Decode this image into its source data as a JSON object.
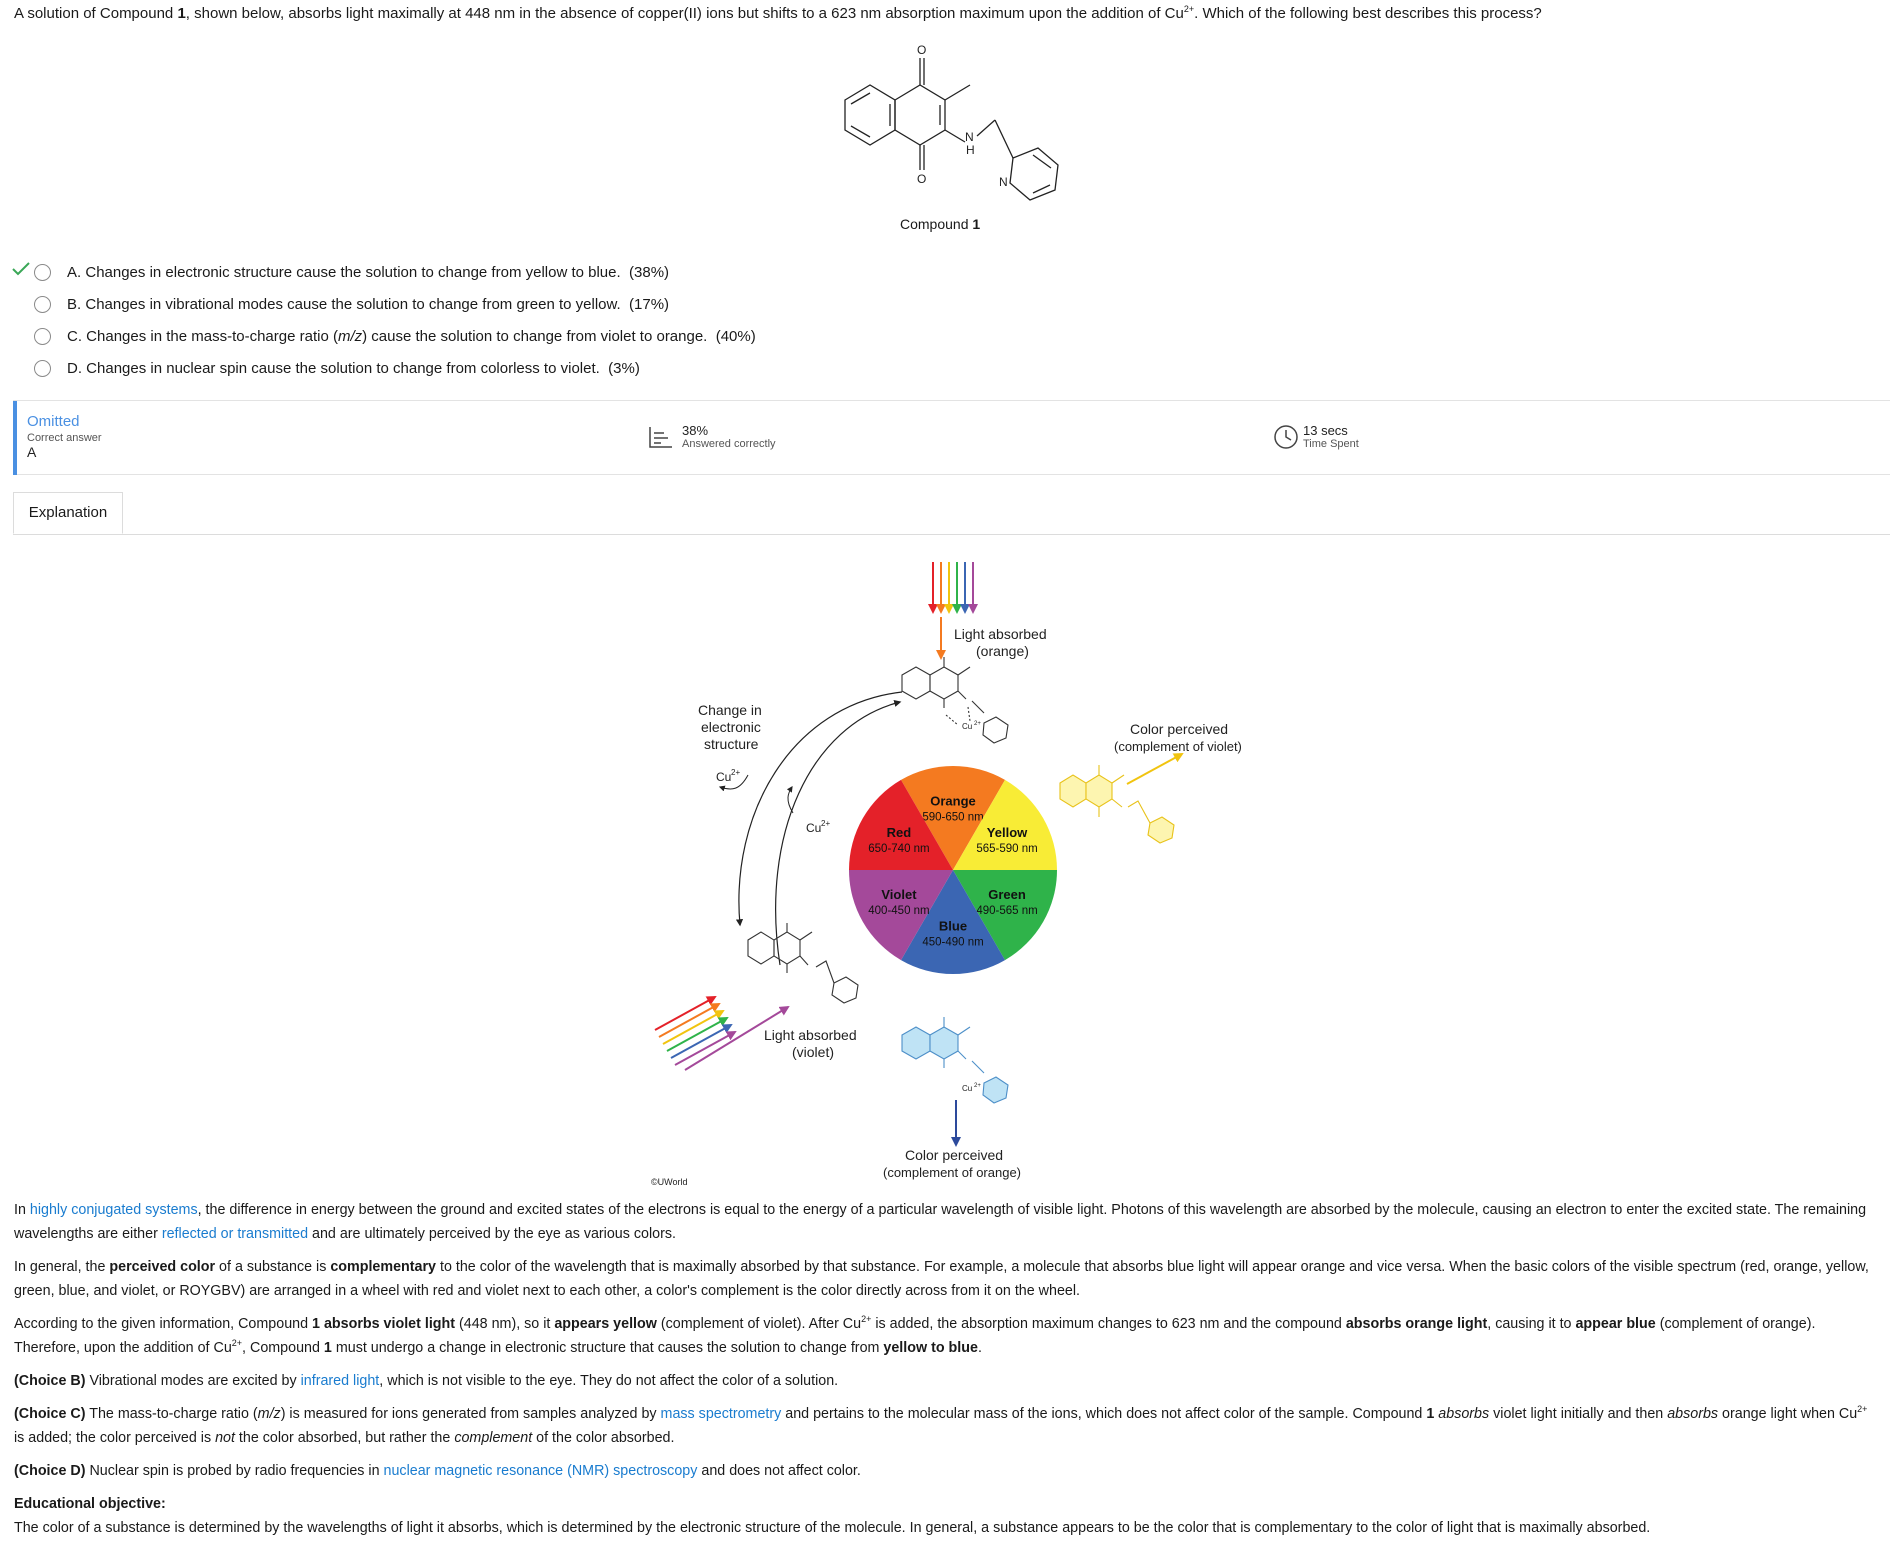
{
  "question": {
    "s1": "A solution of Compound ",
    "num": "1",
    "s2": ", shown below, absorbs light maximally at 448 nm in the absence of copper(II) ions but shifts to a 623 nm absorption maximum upon the addition of Cu",
    "sup": "2+",
    "s3": ".  Which of the following best describes this process?"
  },
  "compound": {
    "caption_prefix": "Compound ",
    "caption_num": "1",
    "atom_o": "O",
    "atom_n": "N",
    "atom_h": "H"
  },
  "choices": [
    {
      "letter": "A.",
      "text_a": "Changes in electronic structure cause the solution to change from yellow to blue.",
      "text_i": "",
      "text_b": "",
      "pct": "(38%)",
      "correct": true
    },
    {
      "letter": "B.",
      "text_a": "Changes in vibrational modes cause the solution to change from green to yellow.",
      "text_i": "",
      "text_b": "",
      "pct": "(17%)",
      "correct": false
    },
    {
      "letter": "C.",
      "text_a": "Changes in the mass-to-charge ratio (",
      "text_i": "m/z",
      "text_b": ") cause the solution to change from violet to orange.",
      "pct": "(40%)",
      "correct": false
    },
    {
      "letter": "D.",
      "text_a": "Changes in nuclear spin cause the solution to change from colorless to violet.",
      "text_i": "",
      "text_b": "",
      "pct": "(3%)",
      "correct": false
    }
  ],
  "stats": {
    "status": "Omitted",
    "correct_label": "Correct answer",
    "correct_value": "A",
    "percent_value": "38%",
    "percent_label": "Answered correctly",
    "time_value": "13 secs",
    "time_label": "Time Spent"
  },
  "tabs": {
    "explanation": "Explanation"
  },
  "diagram": {
    "light_absorbed_orange_1": "Light absorbed",
    "light_absorbed_orange_2": "(orange)",
    "change_1": "Change in",
    "change_2": "electronic",
    "change_3": "structure",
    "cu": "Cu",
    "cu_sup": "2+",
    "color_perceived_violet_1": "Color perceived",
    "color_perceived_violet_2": "(complement of violet)",
    "light_absorbed_violet_1": "Light absorbed",
    "light_absorbed_violet_2": "(violet)",
    "color_perceived_orange_1": "Color perceived",
    "color_perceived_orange_2": "(complement of orange)",
    "copyright": "©UWorld",
    "wheel": [
      {
        "name": "Orange",
        "range": "590-650 nm",
        "color": "#f47a20"
      },
      {
        "name": "Yellow",
        "range": "565-590 nm",
        "color": "#f8ec36"
      },
      {
        "name": "Green",
        "range": "490-565 nm",
        "color": "#2fb34a"
      },
      {
        "name": "Blue",
        "range": "450-490 nm",
        "color": "#3b66b3"
      },
      {
        "name": "Violet",
        "range": "400-450 nm",
        "color": "#a4499a"
      },
      {
        "name": "Red",
        "range": "650-740 nm",
        "color": "#e42129"
      }
    ]
  },
  "explanation": {
    "p1": {
      "a": "In ",
      "link1": "highly conjugated systems",
      "b": ", the difference in energy between the ground and excited states of the electrons is equal to the energy of a particular wavelength of visible light.  Photons of this wavelength are absorbed by the molecule, causing an electron to enter the excited state.  The remaining wavelengths are either ",
      "link2": "reflected or transmitted",
      "c": " and are ultimately perceived by the eye as various colors."
    },
    "p2": {
      "a": "In general, the ",
      "b1": "perceived color",
      "b": " of a substance is ",
      "b2": "complementary",
      "c": " to the color of the wavelength that is maximally absorbed by that substance.  For example, a molecule that absorbs blue light will appear orange and vice versa.  When the basic colors of the visible spectrum (red, orange, yellow, green, blue, and violet, or ROYGBV) are arranged in a wheel with red and violet next to each other, a color's complement is the color directly across from it on the wheel."
    },
    "p3": {
      "a": "According to the given information, Compound ",
      "b1": "1 absorbs violet light",
      "b": " (448 nm), so it ",
      "b2": "appears yellow",
      "c": " (complement of violet).  After Cu",
      "sup1": "2+",
      "d": " is added, the absorption maximum changes to 623 nm and the compound ",
      "b3": "absorbs orange light",
      "e": ", causing it to ",
      "b4": "appear blue",
      "f": " (complement of orange).  Therefore, upon the addition of Cu",
      "sup2": "2+",
      "g": ", Compound ",
      "b5": "1",
      "h": " must undergo a change in electronic structure that causes the solution to change from ",
      "b6": "yellow to blue",
      "i": "."
    },
    "p4": {
      "label": "(Choice B)",
      "a": "  Vibrational modes are excited by ",
      "link": "infrared light",
      "b": ", which is not visible to the eye.  They do not affect the color of a solution."
    },
    "p5": {
      "label": "(Choice C)",
      "a": "  The mass-to-charge ratio (",
      "i1": "m/z",
      "b": ") is measured for ions generated from samples analyzed by ",
      "link": "mass spectrometry",
      "c": " and pertains to the molecular mass of the ions, which does not affect color of the sample.  Compound ",
      "b1": "1",
      "d": " ",
      "i2": "absorbs",
      "e": " violet light initially and then ",
      "i3": "absorbs",
      "f": " orange light when Cu",
      "sup": "2+",
      "g": " is added; the color perceived is ",
      "i4": "not",
      "h": " the color absorbed, but rather the ",
      "i5": "complement",
      "j": " of the color absorbed."
    },
    "p6": {
      "label": "(Choice D)",
      "a": "  Nuclear spin is probed by radio frequencies in ",
      "link": "nuclear magnetic resonance (NMR) spectroscopy",
      "b": " and does not affect color."
    },
    "objective_title": "Educational objective:",
    "objective": "The color of a substance is determined by the wavelengths of light it absorbs, which is determined by the electronic structure of the molecule.  In general, a substance appears to be the color that is complementary to the color of light that is maximally absorbed."
  }
}
